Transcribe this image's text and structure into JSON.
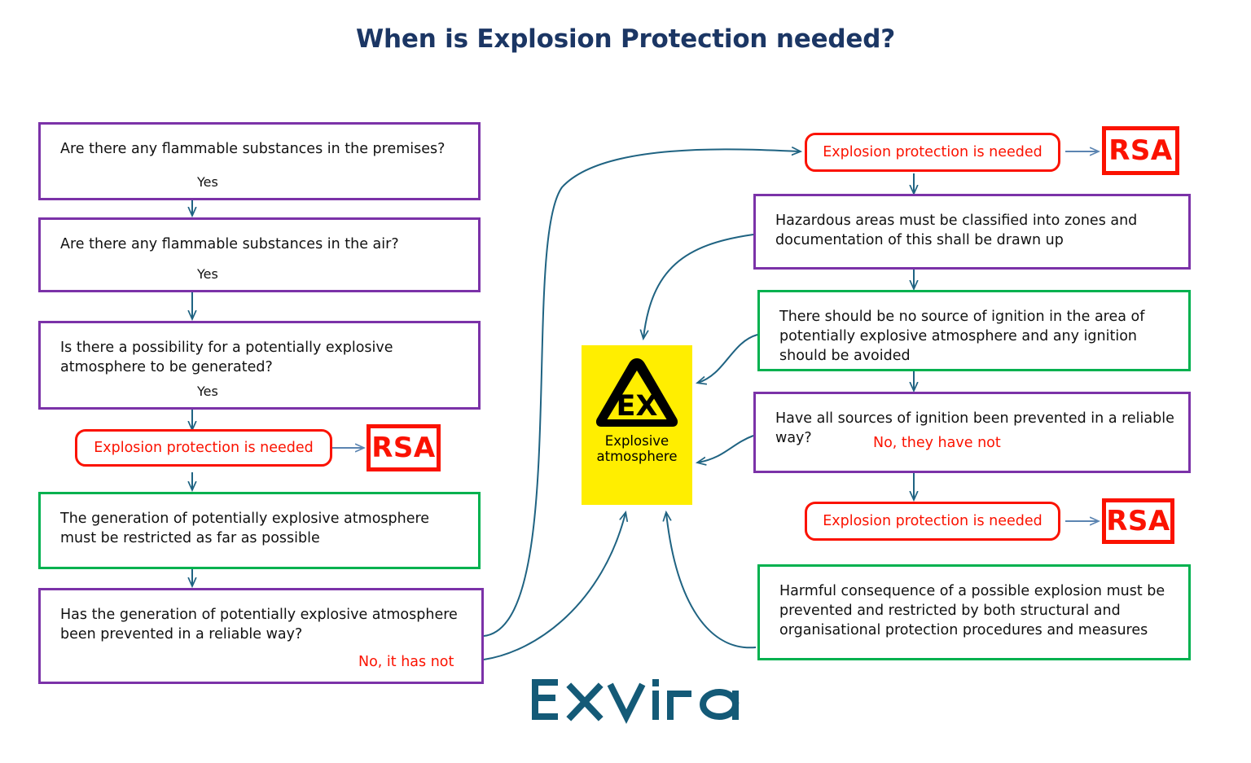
{
  "title": "When is Explosion Protection needed?",
  "colors": {
    "title": "#1b3664",
    "purple_border": "#7b32a8",
    "green_border": "#00b14f",
    "red": "#fb1200",
    "arrow_teal": "#1f6382",
    "arrow_blue": "#5b84b1",
    "sign_yellow": "#ffee00",
    "logo_teal": "#145a77"
  },
  "left_column": [
    {
      "id": "flammable-premises",
      "kind": "question",
      "style": "purple",
      "text": "Are there any flammable substances in the premises?",
      "answer": "Yes"
    },
    {
      "id": "flammable-air",
      "kind": "question",
      "style": "purple",
      "text": " Are there any flammable substances in the air?",
      "answer": "Yes"
    },
    {
      "id": "possibility-explosive-atmosphere",
      "kind": "question",
      "style": "purple",
      "text": "Is there a possibility for a potentially explosive atmosphere to be generated?",
      "answer": "Yes"
    },
    {
      "id": "restrict-generation",
      "kind": "measure",
      "style": "green",
      "text": "The generation of potentially explosive atmosphere must be restricted as far as possible",
      "answer": ""
    },
    {
      "id": "generation-prevented",
      "kind": "question",
      "style": "purple",
      "text": "Has the generation of potentially explosive atmosphere been prevented in a reliable way?",
      "answer": "No, it has not"
    }
  ],
  "right_column": [
    {
      "id": "classify-zones",
      "kind": "measure",
      "style": "purple",
      "text": "Hazardous areas must be classified into zones and documentation of this shall be drawn up",
      "answer": ""
    },
    {
      "id": "no-source-ignition",
      "kind": "measure",
      "style": "green",
      "text": "There should be no source of ignition in the area of potentially explosive atmosphere and any ignition should be avoided",
      "answer": ""
    },
    {
      "id": "ignition-prevented",
      "kind": "question",
      "style": "purple",
      "text": "Have all sources of ignition been prevented in a reliable way?",
      "answer": "No, they have not"
    },
    {
      "id": "harmful-consequence",
      "kind": "measure",
      "style": "green",
      "text": "Harmful consequence of a possible explosion must be prevented and restricted by both structural and organisational protection procedures and measures",
      "answer": ""
    }
  ],
  "outcomes": {
    "explosion_protection_label": "Explosion protection is needed",
    "rsa_label": "RSA"
  },
  "warning_sign": {
    "symbol_text": "EX",
    "caption_line1": "Explosive",
    "caption_line2": "atmosphere"
  },
  "logo": {
    "text": "EXVIRA"
  }
}
